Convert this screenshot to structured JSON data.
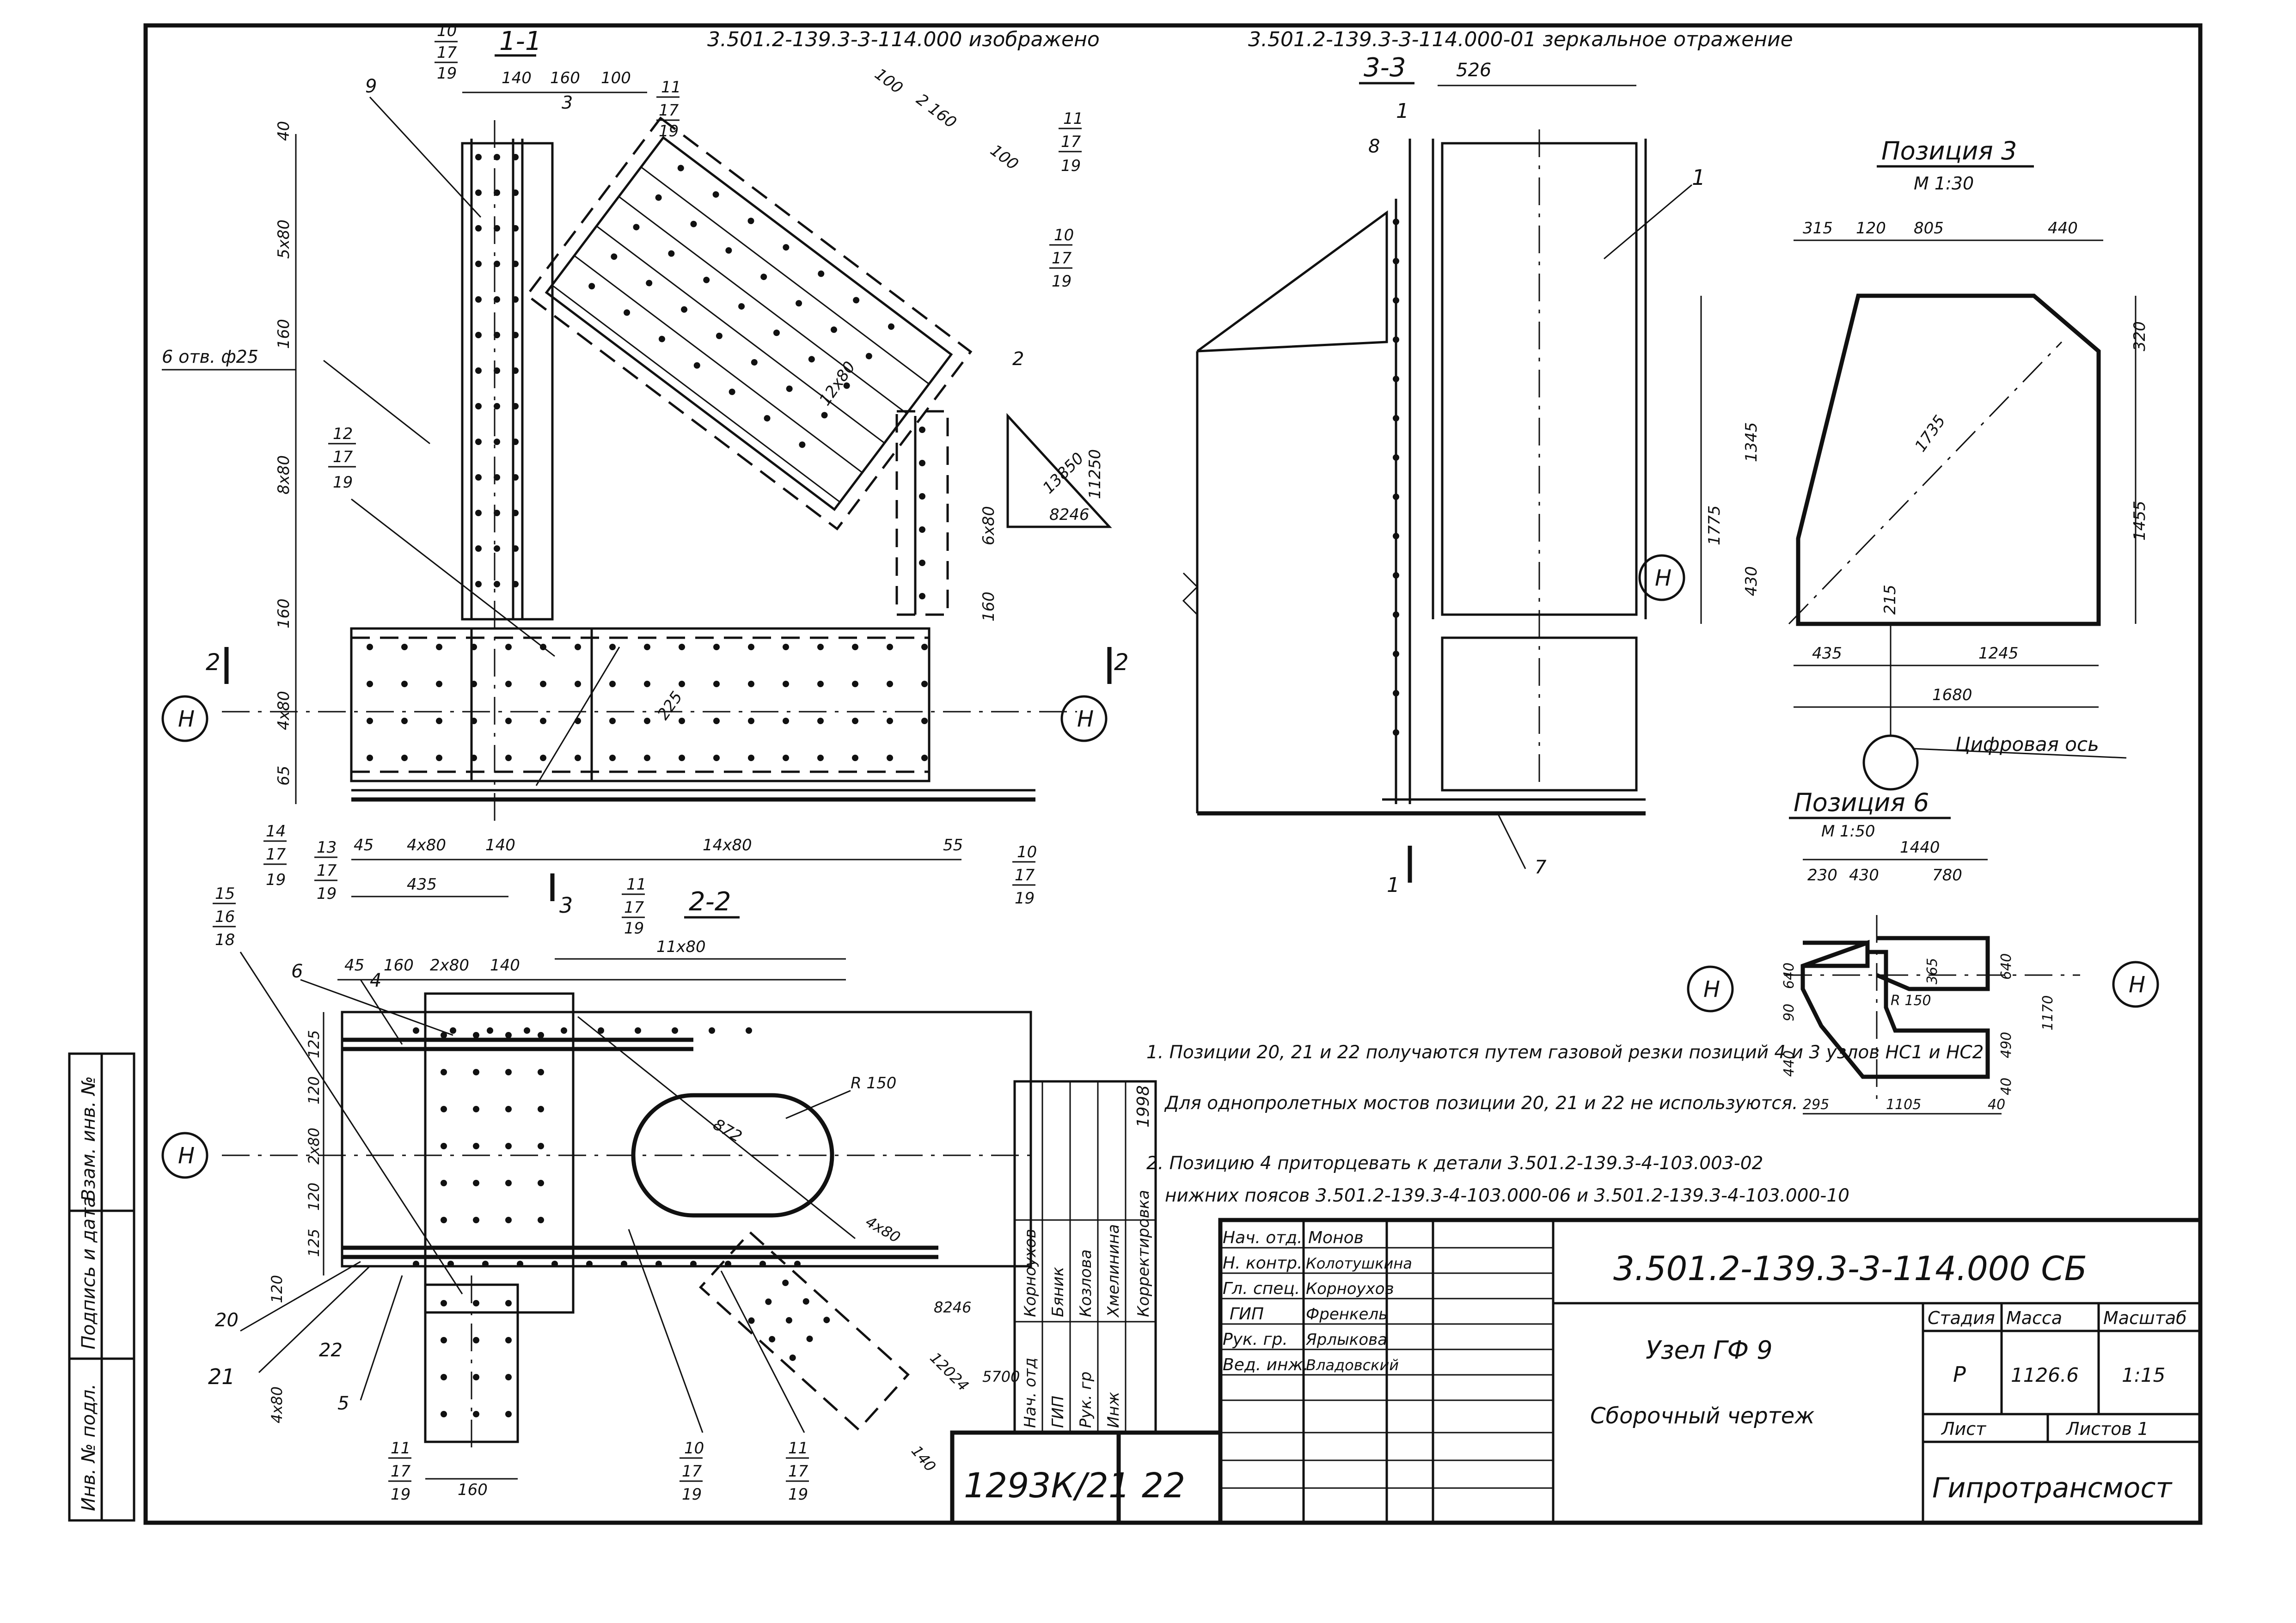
{
  "header": {
    "left_title": "3.501.2-139.3-3-114.000 изображено",
    "right_title": "3.501.2-139.3-3-114.000-01 зеркальное отражение"
  },
  "views": {
    "section_1_1": "1-1",
    "section_2_2": "2-2",
    "section_3_3": "3-3",
    "position_3": {
      "title": "Позиция 3",
      "scale": "М 1:30"
    },
    "position_6": {
      "title": "Позиция 6",
      "scale": "М 1:50"
    }
  },
  "axis_marker": "Н",
  "digital_axis_label": "Цифровая ось",
  "dimensions": {
    "top": [
      "140",
      "160",
      "100",
      "3"
    ],
    "vertical_left": [
      "40",
      "5x80",
      "160",
      "8x80",
      "160",
      "4x80",
      "65"
    ],
    "bottom_row": [
      "45",
      "4x80",
      "140",
      "14x80",
      "55",
      "435"
    ],
    "diagonal": [
      "100",
      "2 160",
      "100",
      "12x80",
      "225",
      "6x80",
      "160"
    ],
    "triangle": [
      "13850",
      "11250",
      "8246"
    ],
    "hole_note": "6 отв. ф25",
    "view_3_3": [
      "526"
    ],
    "pos3": [
      "315",
      "120",
      "805",
      "440",
      "320",
      "1775",
      "1345",
      "1735",
      "1455",
      "430",
      "215",
      "435",
      "1245",
      "1680"
    ],
    "pos6": [
      "1440",
      "230",
      "430",
      "780",
      "640",
      "365",
      "R 150",
      "640",
      "90",
      "1170",
      "440",
      "490",
      "40",
      "295",
      "1105",
      "40"
    ],
    "view_2_2": [
      "45",
      "160",
      "2x80",
      "140",
      "11x80",
      "125",
      "120",
      "2x80",
      "120",
      "125",
      "120",
      "4x80",
      "R 150",
      "872",
      "4x80",
      "8246",
      "12024",
      "5700",
      "140",
      "160"
    ]
  },
  "callouts": {
    "ref_10_17_19": [
      "10",
      "17",
      "19"
    ],
    "ref_11_17_19": [
      "11",
      "17",
      "19"
    ],
    "ref_12_17_19": [
      "12",
      "17",
      "19"
    ],
    "ref_13_17_19": [
      "13",
      "17",
      "19"
    ],
    "ref_14_17_19": [
      "14",
      "17",
      "19"
    ],
    "ref_15_16_18": [
      "15",
      "16",
      "18"
    ],
    "single": [
      "9",
      "1",
      "2",
      "4",
      "5",
      "6",
      "7",
      "8",
      "20",
      "21",
      "22",
      "1",
      "2",
      "3"
    ]
  },
  "notes": [
    "1. Позиции 20, 21 и 22 получаются путем газовой резки позиций 4 и 3 узлов НС1 и НС2",
    "Для однопролетных мостов позиции 20, 21 и 22 не используются.",
    "2. Позицию 4 приторцевать к детали 3.501.2-139.3-4-103.003-02",
    "нижних поясов 3.501.2-139.3-4-103.000-06 и 3.501.2-139.3-4-103.000-10"
  ],
  "side_stamp": [
    "Инв. № подл.",
    "Подпись и дата",
    "Взам. инв. №"
  ],
  "approval_vertical": {
    "year": "1998",
    "roles": [
      "Нач. отд",
      "ГИП",
      "Рук. гр",
      "Инж",
      "Корректировка"
    ],
    "names": [
      "Корноухов",
      "Бяник",
      "Козлова",
      "Хмелинина"
    ]
  },
  "archive_no": "1293К/21",
  "sheet_no": "22",
  "title_block": {
    "roles": [
      "Нач. отд.",
      "Н. контр.",
      "Гл. спец.",
      "ГИП",
      "Рук. гр.",
      "Вед. инж."
    ],
    "names": [
      "Монов",
      "Колотушкина",
      "Корноухов",
      "Френкель",
      "Ярлыкова",
      "Владовский"
    ],
    "doc_code": "3.501.2-139.3-3-114.000 СБ",
    "item": "Узел ГФ 9",
    "doc_type": "Сборочный чертеж",
    "col_stage": "Стадия",
    "col_mass": "Масса",
    "col_scale": "Масштаб",
    "stage": "Р",
    "mass": "1126.6",
    "scale": "1:15",
    "sheet_label": "Лист",
    "sheets_label": "Листов 1",
    "organization": "Гипротрансмост"
  }
}
